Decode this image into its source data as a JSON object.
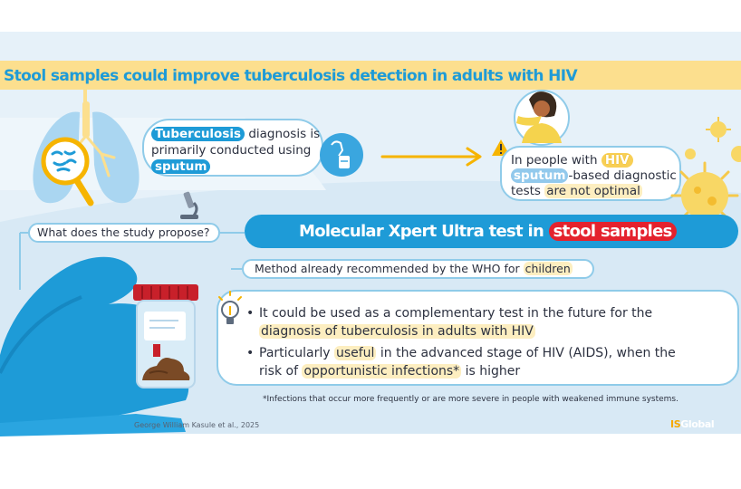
{
  "title": "Stool samples could improve tuberculosis detection in adults with HIV",
  "tb_bubble": {
    "highlight": "Tuberculosis",
    "line1_rest": " diagnosis is",
    "line2": "primarily conducted using",
    "line3_highlight": "sputum"
  },
  "hiv_bubble": {
    "line1_pre": "In people with ",
    "line1_highlight": "HIV",
    "line2_highlight": "sputum",
    "line2_rest": "-based diagnostic",
    "line3_pre": "tests ",
    "line3_highlight": "are not optimal"
  },
  "question": "What does the study propose?",
  "headline": {
    "pre": "Molecular Xpert Ultra test in ",
    "highlight": "stool samples"
  },
  "method": {
    "pre": "Method already recommended by the WHO for ",
    "highlight": "children"
  },
  "bullets": {
    "b1_line1": "It could be used as a complementary test in the future for the",
    "b1_highlight": "diagnosis of tuberculosis in adults with HIV",
    "b2_pre": "Particularly ",
    "b2_hl1": "useful",
    "b2_mid": " in the advanced stage of HIV (AIDS), when the",
    "b2_line2_pre": "risk of ",
    "b2_hl2": "opportunistic infections*",
    "b2_line2_post": " is higher"
  },
  "footnote": "*Infections that occur more frequently or are more severe in people with weakened immune systems.",
  "credit": "George William Kasule et al., 2025",
  "logo": {
    "prefix": "IS",
    "rest": "Global"
  },
  "colors": {
    "panel_bg": "#e6f1f9",
    "title_band": "#fcdf8e",
    "primary_blue": "#1e9bd7",
    "accent_red": "#e4222d",
    "highlight_yellow": "#f8cf55",
    "bubble_border": "#8fcbe9"
  },
  "icons": [
    "lungs-icon",
    "magnifier-icon",
    "bacteria-icon",
    "microscope-icon",
    "sputum-cup-icon",
    "warning-icon",
    "coughing-person-icon",
    "virus-icon",
    "arrow-icon",
    "lightbulb-icon",
    "gloved-hand-icon",
    "stool-sample-jar-icon"
  ]
}
